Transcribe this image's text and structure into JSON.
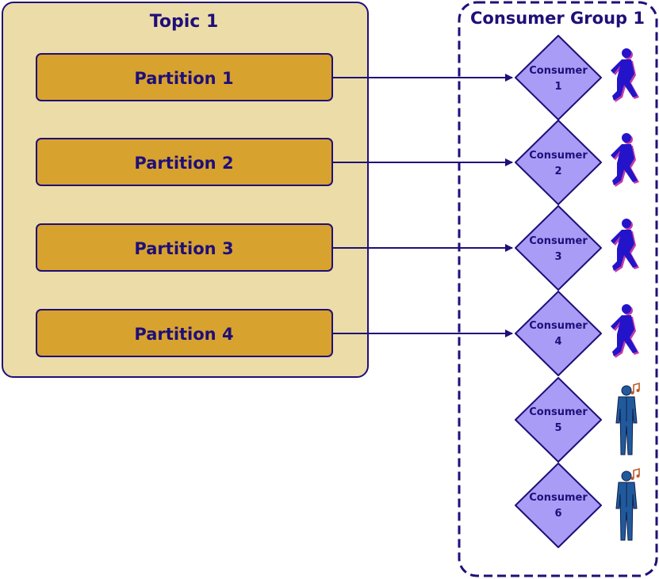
{
  "topic": {
    "title": "Topic 1"
  },
  "partitions": [
    {
      "label": "Partition 1"
    },
    {
      "label": "Partition 2"
    },
    {
      "label": "Partition 3"
    },
    {
      "label": "Partition 4"
    }
  ],
  "group": {
    "title": "Consumer Group 1"
  },
  "consumers": [
    {
      "line1": "Consumer",
      "line2": "1",
      "state": "running",
      "icon": "runner-icon"
    },
    {
      "line1": "Consumer",
      "line2": "2",
      "state": "running",
      "icon": "runner-icon"
    },
    {
      "line1": "Consumer",
      "line2": "3",
      "state": "running",
      "icon": "runner-icon"
    },
    {
      "line1": "Consumer",
      "line2": "4",
      "state": "running",
      "icon": "runner-icon"
    },
    {
      "line1": "Consumer",
      "line2": "5",
      "state": "idle",
      "icon": "idle-person-music-icon"
    },
    {
      "line1": "Consumer",
      "line2": "6",
      "state": "idle",
      "icon": "idle-person-music-icon"
    }
  ],
  "edges": [
    {
      "from": "Partition 1",
      "to": "Consumer 1"
    },
    {
      "from": "Partition 2",
      "to": "Consumer 2"
    },
    {
      "from": "Partition 3",
      "to": "Consumer 3"
    },
    {
      "from": "Partition 4",
      "to": "Consumer 4"
    }
  ],
  "colors": {
    "topic_fill": "#ecdca8",
    "topic_stroke": "#1f0f78",
    "partition_fill": "#d8a22f",
    "consumer_fill": "#a99cf6",
    "text": "#1f0f78",
    "runner": "#2414c9",
    "runner_shadow": "#c63aa9",
    "idle_person": "#205a9c",
    "music_note": "#c05a2a"
  }
}
